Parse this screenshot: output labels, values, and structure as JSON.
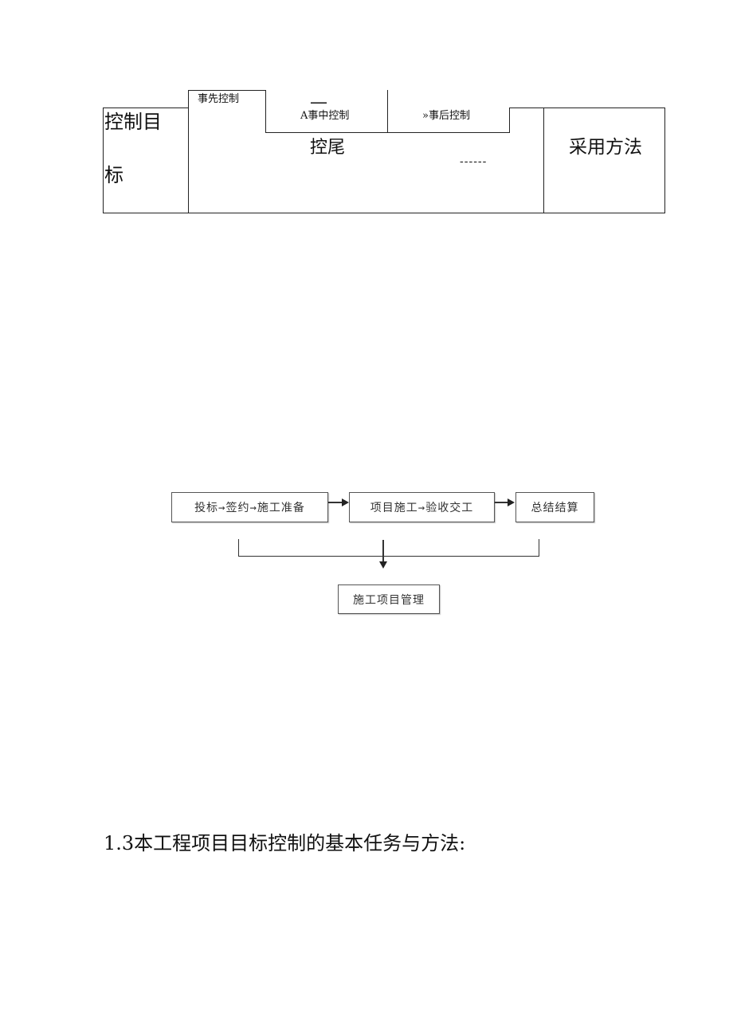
{
  "control_table": {
    "target_label_line1": "控制目",
    "target_label_line2": "标",
    "pre_control": "事先控制",
    "in_process_control": "A事中控制",
    "post_control": "»事后控制",
    "center_text": "控尾",
    "dash_mark_top": "—",
    "dash_mark_right": "------",
    "method_label": "采用方法"
  },
  "flow": {
    "stage1": "投标→签约→施工准备",
    "stage2": "项目施工→验收交工",
    "stage3": "总结结算",
    "result": "施工项目管理"
  },
  "section_heading": "1.3本工程项目目标控制的基本任务与方法:"
}
